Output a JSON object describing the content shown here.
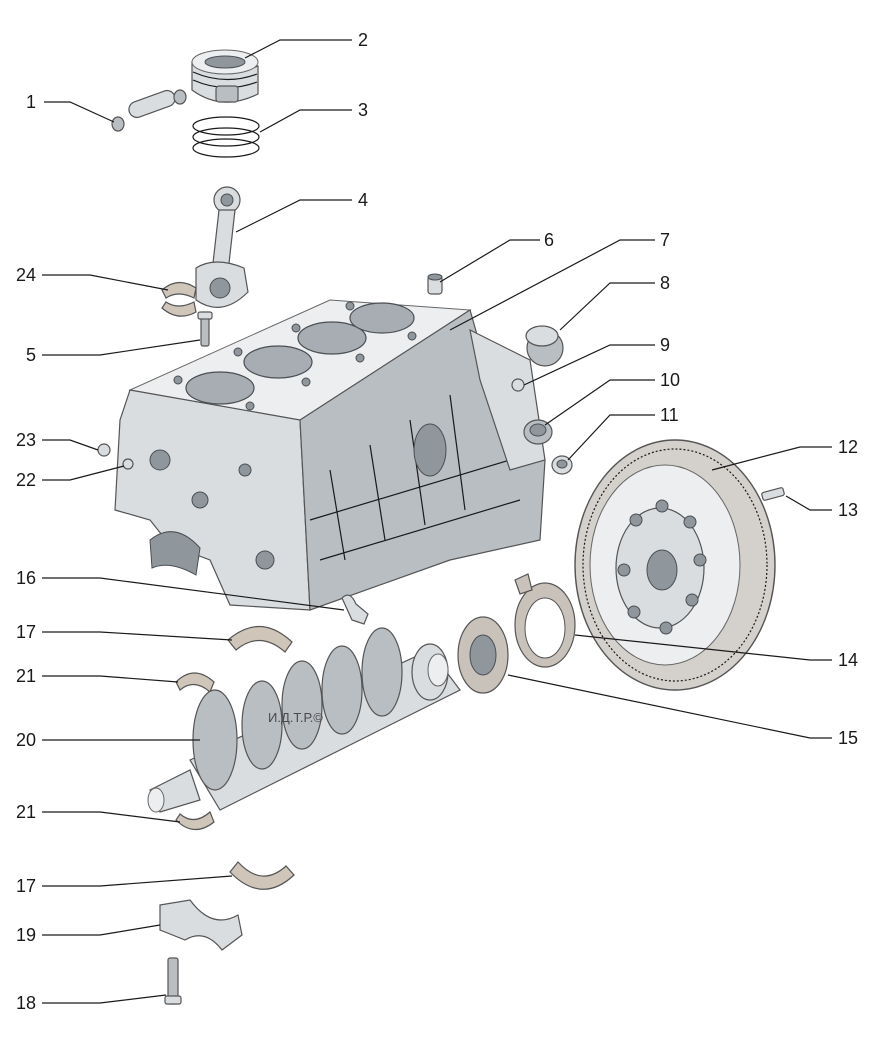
{
  "labels": {
    "p1": "1",
    "p2": "2",
    "p3": "3",
    "p4": "4",
    "p5": "5",
    "p6": "6",
    "p7": "7",
    "p8": "8",
    "p9": "9",
    "p10": "10",
    "p11": "11",
    "p12": "12",
    "p13": "13",
    "p14": "14",
    "p15": "15",
    "p16": "16",
    "p17a": "17",
    "p17b": "17",
    "p18": "18",
    "p19": "19",
    "p20": "20",
    "p21a": "21",
    "p21b": "21",
    "p22": "22",
    "p23": "23",
    "p24": "24"
  },
  "watermark": "И.Д.Т.Р.©"
}
